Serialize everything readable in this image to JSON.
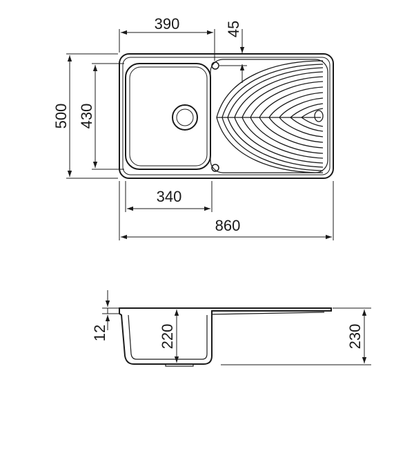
{
  "drawing": {
    "top_view": {
      "overall_length": "860",
      "overall_depth": "500",
      "bowl_depth": "430",
      "bowl_length": "340",
      "tap_hole_offset": "390",
      "tap_hole_inset": "45"
    },
    "section_view": {
      "rim_thickness": "12",
      "bowl_height": "220",
      "total_height": "230"
    }
  }
}
